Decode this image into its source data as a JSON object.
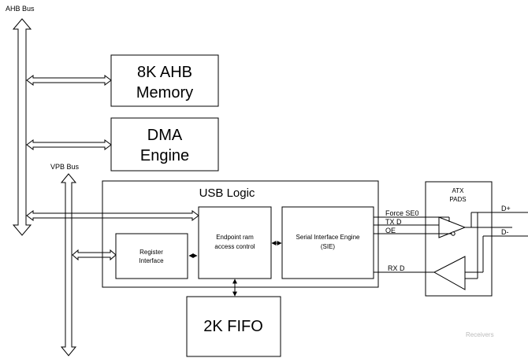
{
  "buses": {
    "ahb": "AHB Bus",
    "vpb": "VPB Bus"
  },
  "blocks": {
    "memory": {
      "line1": "8K AHB",
      "line2": "Memory"
    },
    "dma": {
      "line1": "DMA",
      "line2": "Engine"
    },
    "usb_logic": "USB Logic",
    "register": {
      "line1": "Register",
      "line2": "Interface"
    },
    "endpoint": {
      "line1": "Endpoint ram",
      "line2": "access control"
    },
    "sie": {
      "line1": "Serial Interface Engine",
      "line2": "(SIE)"
    },
    "fifo": "2K FIFO",
    "atx": {
      "line1": "ATX",
      "line2": "PADS"
    }
  },
  "signals": {
    "force_se0": "Force SE0",
    "tx_d": "TX D",
    "oe": "OE",
    "rx_d": "RX D",
    "d_plus": "D+",
    "d_minus": "D-"
  },
  "footer": {
    "receivers": "Receivers"
  },
  "colors": {
    "line": "#000000",
    "faint_text": "#bbbbbb"
  }
}
